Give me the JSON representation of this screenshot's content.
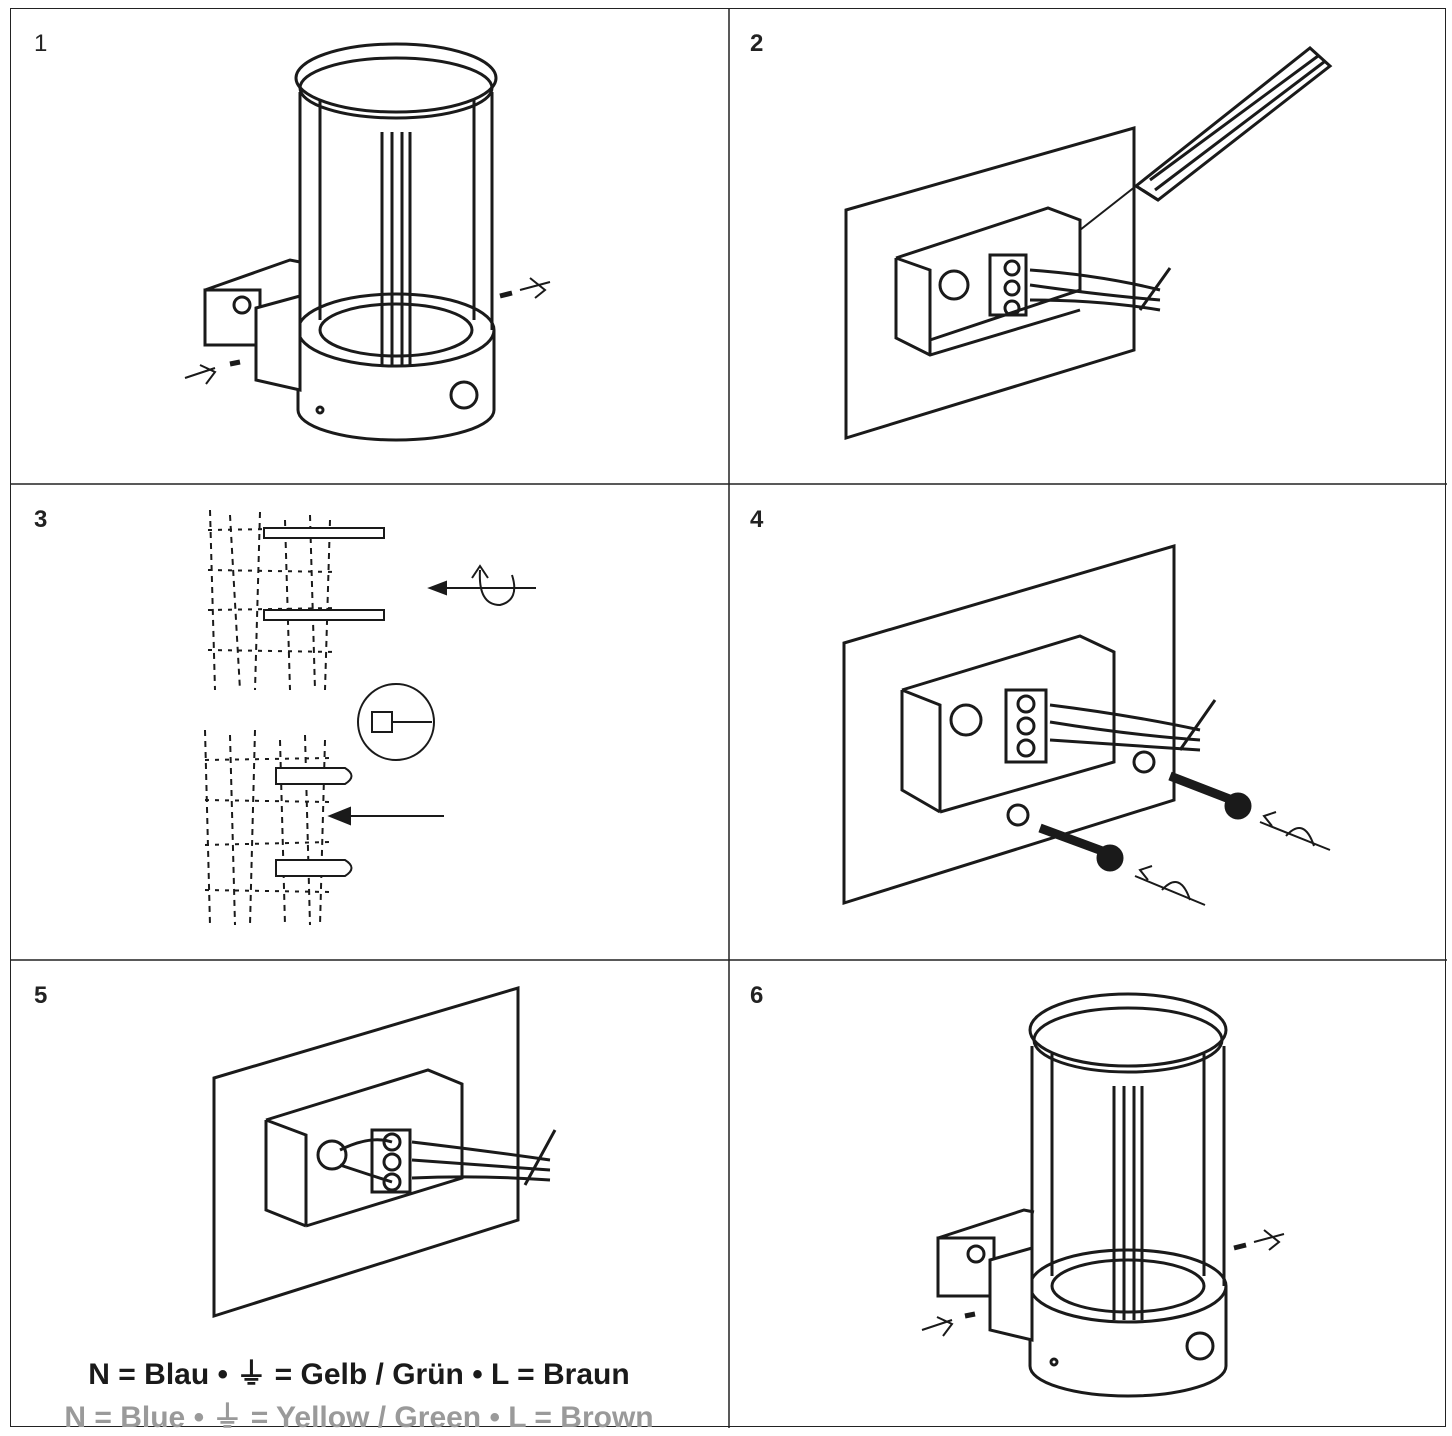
{
  "steps": [
    {
      "number": "1"
    },
    {
      "number": "2"
    },
    {
      "number": "3"
    },
    {
      "number": "4"
    },
    {
      "number": "5"
    },
    {
      "number": "6"
    }
  ],
  "legend": {
    "de": "N = Blau  •  ⏚ = Gelb / Grün  •  L = Braun",
    "en": "N = Blue  •  ⏚ = Yellow / Green  •  L = Brown"
  },
  "colors": {
    "line": "#1a1a1a",
    "grid": "#222222",
    "legend_en": "#9a9a9a"
  }
}
